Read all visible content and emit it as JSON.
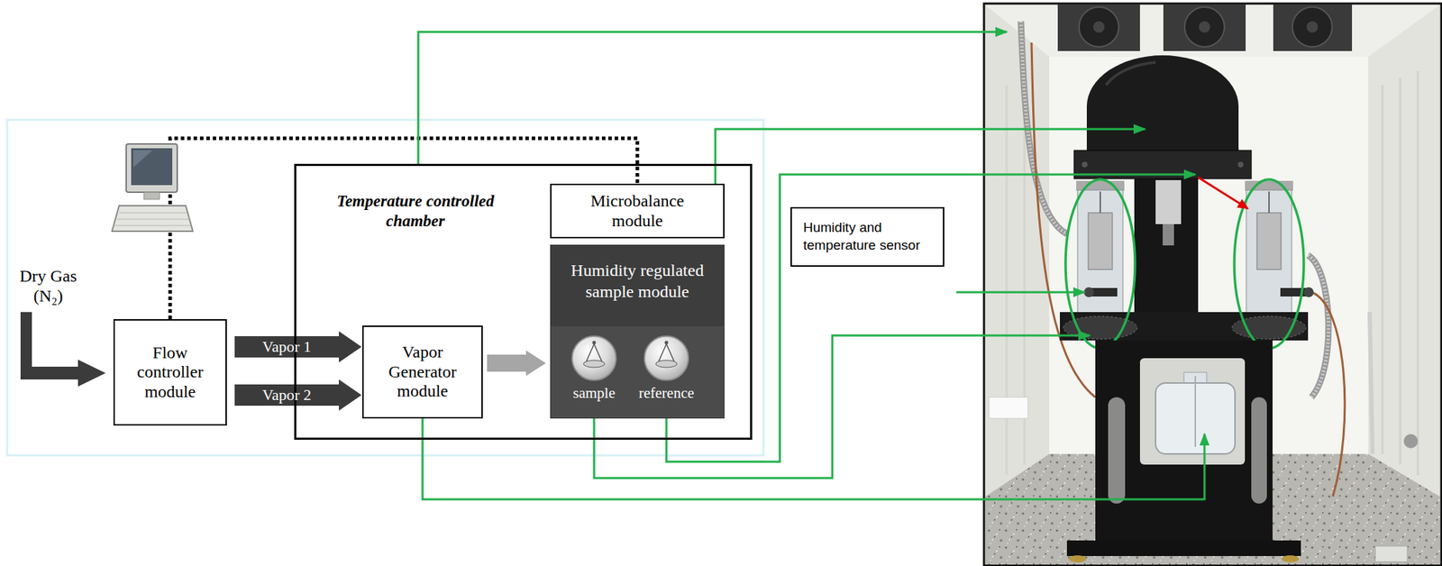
{
  "diagram": {
    "nodes": [
      {
        "text": [
          "Flow controller module"
        ]
      },
      {
        "text": [
          "Temperature controlled chamber"
        ]
      },
      {
        "text": [
          "Microbalance module"
        ],
        "in": 1
      },
      {
        "text": [
          "Humidity regulated sample module"
        ],
        "in": 1
      },
      {
        "text": [
          "sample"
        ],
        "in": 3
      },
      {
        "text": [
          "reference"
        ],
        "in": 3
      },
      {
        "text": [
          "Vapor Generator module"
        ],
        "in": 1
      },
      {
        "text": [
          "Humidity and temperature sensor"
        ]
      }
    ],
    "edges": [
      {
        "from": 0,
        "to": 6,
        "label": "Vapor 1",
        "arrow": "to"
      },
      {
        "from": 0,
        "to": 6,
        "label": "Vapor 2",
        "arrow": "to"
      },
      {
        "from": 6,
        "to": 3,
        "arrow": "to"
      },
      {
        "from": 0,
        "to": 2,
        "arrow": "none"
      }
    ],
    "labels": [
      "Dry Gas (N₂)"
    ]
  }
}
